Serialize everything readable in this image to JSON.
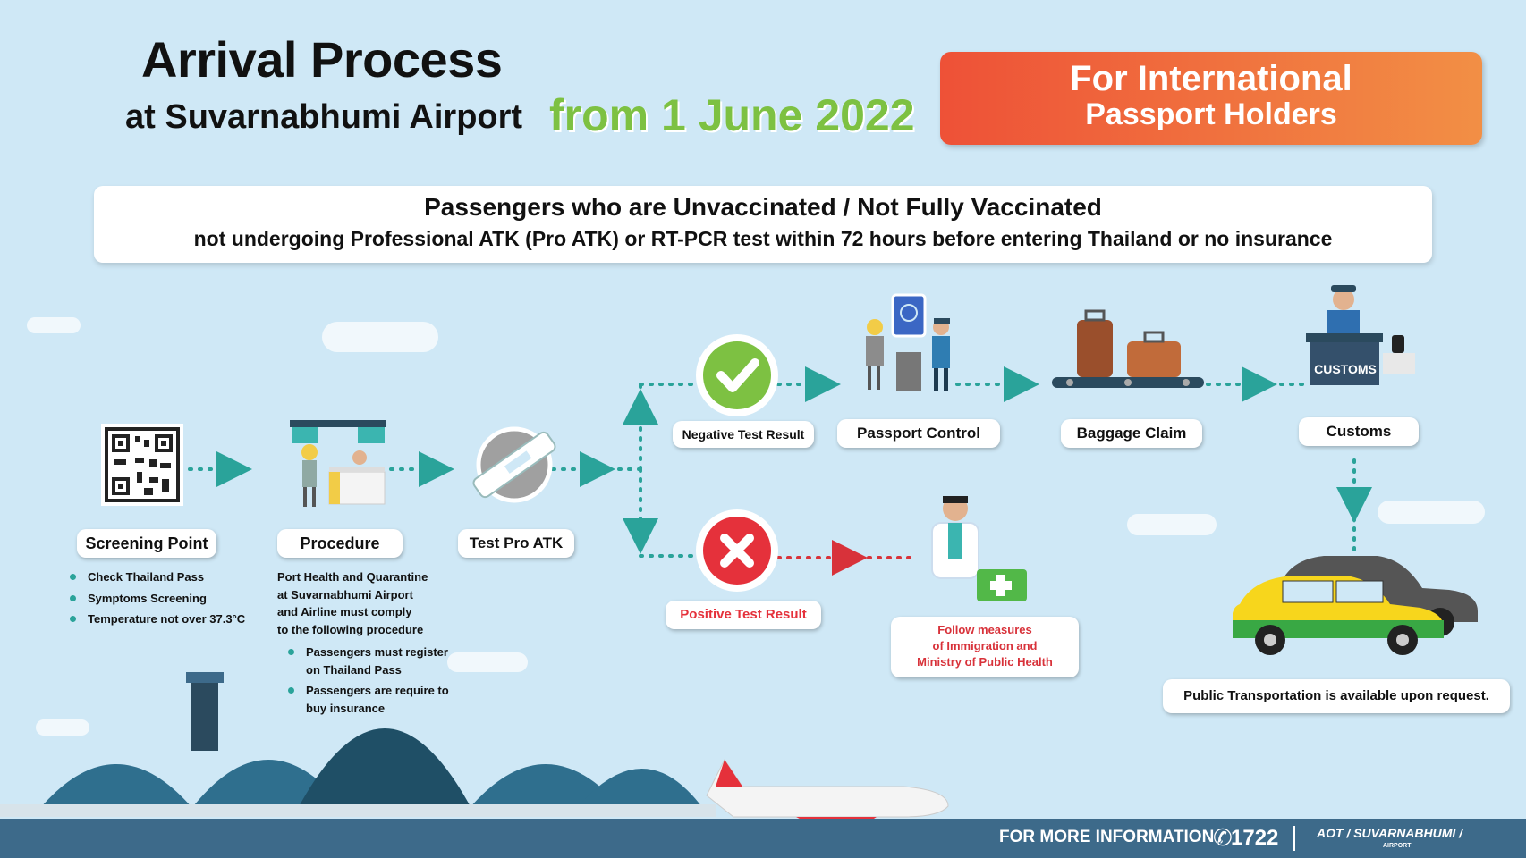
{
  "header": {
    "title_line1": "Arrival Process",
    "title_line2": "at Suvarnabhumi Airport",
    "title_date": "from 1 June 2022",
    "badge_line1": "For International",
    "badge_line2": "Passport Holders"
  },
  "banner": {
    "heading": "Passengers who are Unvaccinated / Not Fully Vaccinated",
    "subheading": "not undergoing Professional ATK (Pro ATK) or RT-PCR test within 72 hours before entering Thailand or no insurance"
  },
  "steps": {
    "screening": {
      "label": "Screening Point",
      "items": [
        "Check Thailand Pass",
        "Symptoms Screening",
        "Temperature not over 37.3°C"
      ]
    },
    "procedure": {
      "label": "Procedure",
      "intro": "Port Health and Quarantine at Suvarnabhumi Airport and Airline must comply to the following procedure",
      "intro_lines": [
        "Port Health and Quarantine",
        "at Suvarnabhumi Airport",
        "and Airline must comply",
        "to the following procedure"
      ],
      "items": [
        "Passengers must register on Thailand Pass",
        "Passengers are require to buy insurance"
      ]
    },
    "test": {
      "label": "Test Pro ATK"
    },
    "negative": {
      "label": "Negative Test Result"
    },
    "passport": {
      "label": "Passport Control"
    },
    "baggage": {
      "label": "Baggage Claim"
    },
    "customs": {
      "label": "Customs",
      "sign": "CUSTOMS"
    },
    "positive": {
      "label": "Positive Test Result"
    },
    "measures": {
      "label_lines": [
        "Follow measures",
        "of Immigration and",
        "Ministry of Public Health"
      ]
    },
    "transport": {
      "label": "Public Transportation is available upon request."
    }
  },
  "footer": {
    "info_label": "FOR MORE INFORMATION",
    "phone": "1722",
    "brand": "AOT / SUVARNABHUMI /",
    "brand_sub": "AIRPORT"
  },
  "colors": {
    "flow_teal": "#2aa39a",
    "flow_red": "#d8323a",
    "positive_red": "#e5313b",
    "negative_green": "#7dc142",
    "date_green": "#7dc142",
    "badge_orange_start": "#ee5137",
    "badge_orange_end": "#f28f45"
  }
}
